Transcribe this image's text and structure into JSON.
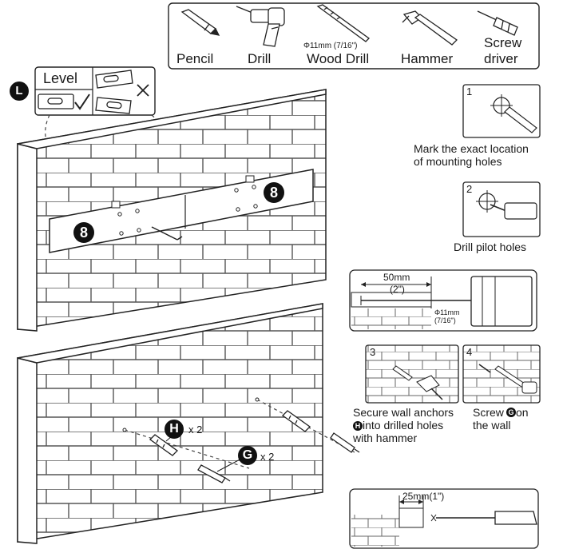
{
  "tools": {
    "pencil": "Pencil",
    "drill": "Drill",
    "wood_drill_spec": "Φ11mm  (7/16\")",
    "wood_drill": "Wood Drill",
    "hammer": "Hammer",
    "screwdriver_line1": "Screw",
    "screwdriver_line2": "driver"
  },
  "level": {
    "badge": "L",
    "title": "Level"
  },
  "parts": {
    "bracket_badge": "8",
    "anchor_badge": "H",
    "anchor_qty": "x 2",
    "screw_badge": "G",
    "screw_qty": "x 2"
  },
  "steps": [
    {
      "number": "1",
      "caption_line1": "Mark the exact location",
      "caption_line2": "of mounting holes"
    },
    {
      "number": "2",
      "caption_line1": "Drill pilot holes",
      "caption_line2": ""
    },
    {
      "number": "3",
      "caption_line1": "Secure wall anchors",
      "caption_badge": "H",
      "caption_line2": " into drilled holes",
      "caption_line3": "with hammer"
    },
    {
      "number": "4",
      "caption_prefix": "Screw",
      "caption_badge": "G",
      "caption_suffix": " on",
      "caption_line2": "the wall"
    }
  ],
  "drill_detail": {
    "depth": "50mm",
    "depth_in": "(2\")",
    "diameter": "Φ11mm",
    "diameter_in": "(7/16\")"
  },
  "screw_detail": {
    "length": "25mm(1\")"
  }
}
